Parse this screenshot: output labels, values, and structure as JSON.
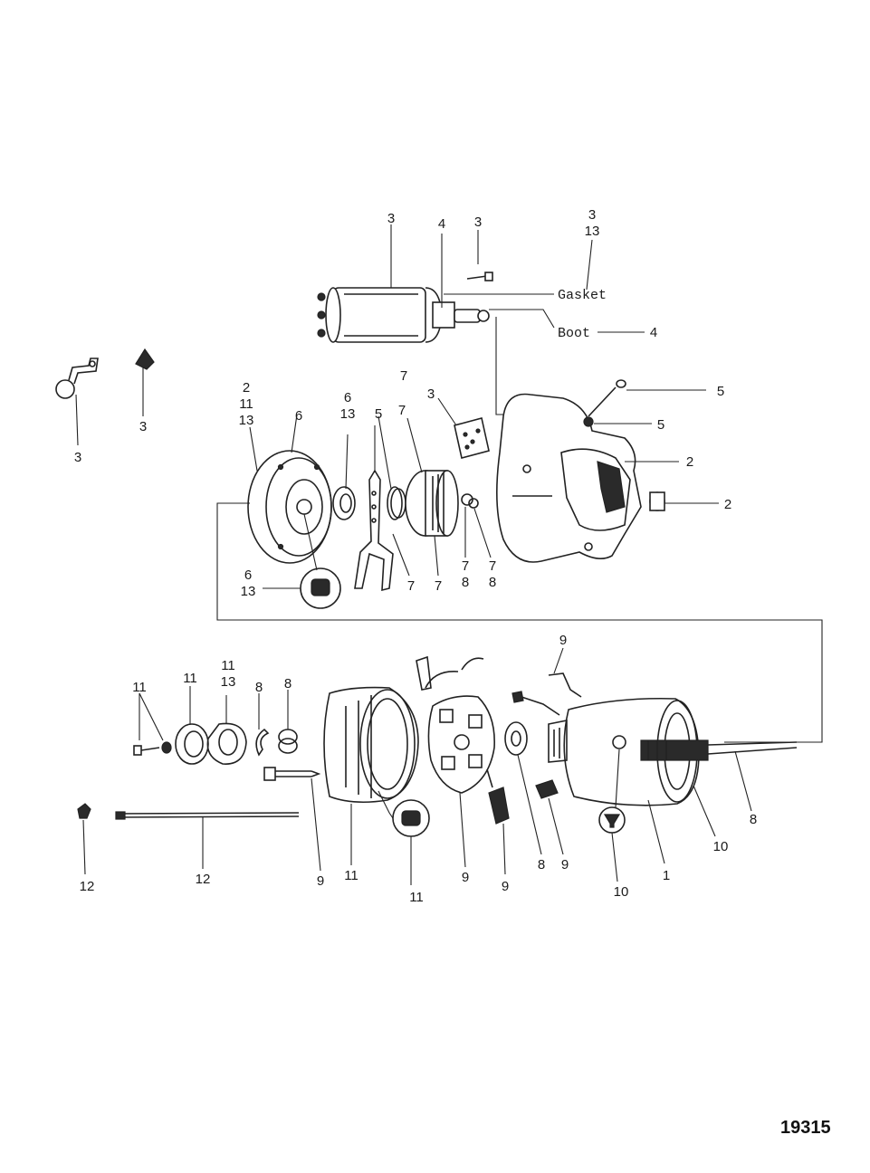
{
  "figure_number": "19315",
  "text_labels": {
    "gasket": "Gasket",
    "boot": "Boot"
  },
  "callouts": [
    {
      "id": "c-sol-3",
      "lines": [
        "3"
      ]
    },
    {
      "id": "c-sol-4",
      "lines": [
        "4"
      ]
    },
    {
      "id": "c-screw-3",
      "lines": [
        "3"
      ]
    },
    {
      "id": "c-gasket-3-13",
      "lines": [
        "3",
        "13"
      ]
    },
    {
      "id": "c-boot-4",
      "lines": [
        "4"
      ]
    },
    {
      "id": "c-bracket-3",
      "lines": [
        "3"
      ]
    },
    {
      "id": "c-nut-3",
      "lines": [
        "3"
      ]
    },
    {
      "id": "c-drive-end-2-11-13",
      "lines": [
        "2",
        "11",
        "13"
      ]
    },
    {
      "id": "c-plate-6",
      "lines": [
        "6"
      ]
    },
    {
      "id": "c-bearing-6-13",
      "lines": [
        "6",
        "13"
      ]
    },
    {
      "id": "c-lever-5",
      "lines": [
        "5"
      ]
    },
    {
      "id": "c-clutch-7a",
      "lines": [
        "7"
      ]
    },
    {
      "id": "c-clutch-7b",
      "lines": [
        "7"
      ]
    },
    {
      "id": "c-block-3",
      "lines": [
        "3"
      ]
    },
    {
      "id": "c-bolt-5",
      "lines": [
        "5"
      ]
    },
    {
      "id": "c-washer-5",
      "lines": [
        "5"
      ]
    },
    {
      "id": "c-housing-2",
      "lines": [
        "2"
      ]
    },
    {
      "id": "c-plug-2",
      "lines": [
        "2"
      ]
    },
    {
      "id": "c-bushing-6-13",
      "lines": [
        "6",
        "13"
      ]
    },
    {
      "id": "c-clutch-7c",
      "lines": [
        "7"
      ]
    },
    {
      "id": "c-clutch-7d",
      "lines": [
        "7"
      ]
    },
    {
      "id": "c-ring-7-8a",
      "lines": [
        "7",
        "8"
      ]
    },
    {
      "id": "c-ring-7-8b",
      "lines": [
        "7",
        "8"
      ]
    },
    {
      "id": "c-screw-11",
      "lines": [
        "11"
      ]
    },
    {
      "id": "c-cap-11",
      "lines": [
        "11"
      ]
    },
    {
      "id": "c-gasket-11-13",
      "lines": [
        "11",
        "13"
      ]
    },
    {
      "id": "c-clip-8a",
      "lines": [
        "8"
      ]
    },
    {
      "id": "c-clip-8b",
      "lines": [
        "8"
      ]
    },
    {
      "id": "c-brush-lead-9",
      "lines": [
        "9"
      ]
    },
    {
      "id": "c-through-bolt-9",
      "lines": [
        "9"
      ]
    },
    {
      "id": "c-end-frame-11",
      "lines": [
        "11"
      ]
    },
    {
      "id": "c-bushing-11",
      "lines": [
        "11"
      ]
    },
    {
      "id": "c-holder-9",
      "lines": [
        "9"
      ]
    },
    {
      "id": "c-brush-9",
      "lines": [
        "9"
      ]
    },
    {
      "id": "c-washer-8",
      "lines": [
        "8"
      ]
    },
    {
      "id": "c-brush2-9",
      "lines": [
        "9"
      ]
    },
    {
      "id": "c-pole-screw-10",
      "lines": [
        "10"
      ]
    },
    {
      "id": "c-frame-1",
      "lines": [
        "1"
      ]
    },
    {
      "id": "c-field-10",
      "lines": [
        "10"
      ]
    },
    {
      "id": "c-armature-8",
      "lines": [
        "8"
      ]
    },
    {
      "id": "c-nut-12",
      "lines": [
        "12"
      ]
    },
    {
      "id": "c-rod-12",
      "lines": [
        "12"
      ]
    }
  ]
}
